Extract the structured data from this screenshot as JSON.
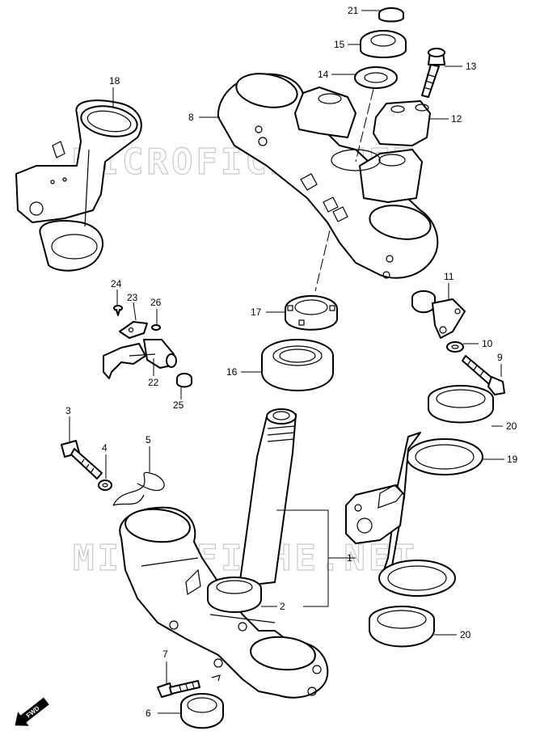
{
  "watermark": "MICROFICHE.NET",
  "fwd_label": "FWD",
  "callouts": {
    "c1": "1",
    "c2": "2",
    "c3": "3",
    "c4": "4",
    "c5": "5",
    "c6": "6",
    "c7": "7",
    "c8": "8",
    "c9": "9",
    "c10": "10",
    "c11": "11",
    "c12": "12",
    "c13": "13",
    "c14": "14",
    "c15": "15",
    "c16": "16",
    "c17": "17",
    "c18": "18",
    "c19": "19",
    "c20a": "20",
    "c20b": "20",
    "c21": "21",
    "c22": "22",
    "c23": "23",
    "c24": "24",
    "c25": "25",
    "c26": "26"
  }
}
